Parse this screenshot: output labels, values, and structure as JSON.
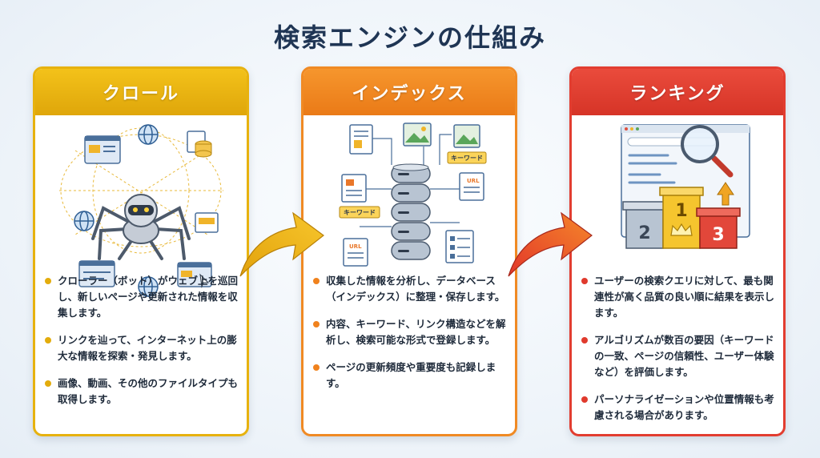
{
  "title": "検索エンジンの仕組み",
  "colors": {
    "crawl": "#e7b20f",
    "index": "#f08a24",
    "rank": "#e23d30"
  },
  "cards": [
    {
      "header": "クロール",
      "icons": [
        "spider-robot-icon",
        "globe-icon",
        "webpage-icon",
        "database-icon"
      ],
      "bullets": [
        "クローラー（ボット）がウェブ上を巡回し、新しいページや更新された情報を収集します。",
        "リンクを辿って、インターネット上の膨大な情報を探索・発見します。",
        "画像、動画、その他のファイルタイプも取得します。"
      ]
    },
    {
      "header": "インデックス",
      "icons": [
        "server-stack-icon",
        "document-icon",
        "image-icon",
        "tag-icon"
      ],
      "tags": {
        "keyword": "キーワード",
        "url": "URL"
      },
      "bullets": [
        "収集した情報を分析し、データベース（インデックス）に整理・保存します。",
        "内容、キーワード、リンク構造などを解析し、検索可能な形式で登録します。",
        "ページの更新頻度や重要度も記録します。"
      ]
    },
    {
      "header": "ランキング",
      "icons": [
        "browser-window-icon",
        "magnifier-icon",
        "podium-icon",
        "crown-icon",
        "up-arrow-icon"
      ],
      "podium": [
        "2",
        "1",
        "3"
      ],
      "bullets": [
        "ユーザーの検索クエリに対して、最も関連性が高く品質の良い順に結果を表示します。",
        "アルゴリズムが数百の要因（キーワードの一致、ページの信頼性、ユーザー体験など）を評価します。",
        "パーソナライゼーションや位置情報も考慮される場合があります。"
      ]
    }
  ]
}
